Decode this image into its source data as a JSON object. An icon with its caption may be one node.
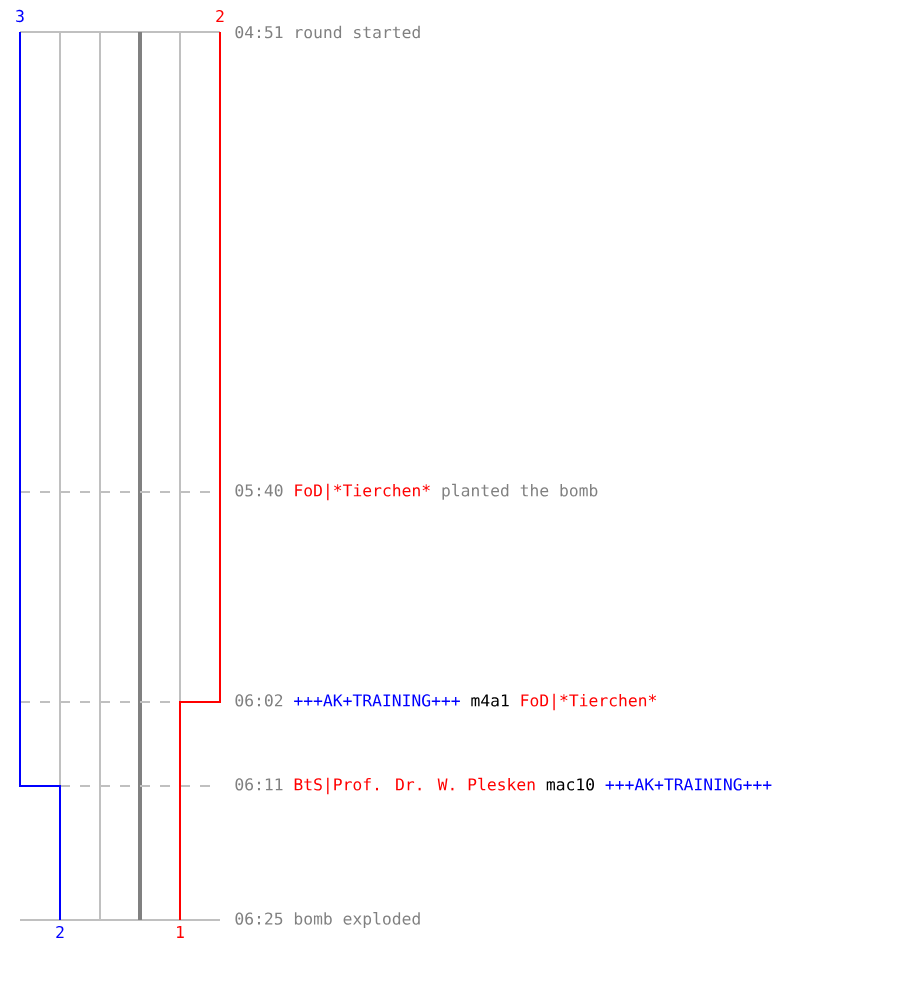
{
  "diagram": {
    "nodes": [
      {
        "text": [
          "04:51",
          "round started"
        ]
      },
      {
        "text": [
          "05:40",
          "FoD|*Tierchen*",
          "planted the bomb"
        ]
      },
      {
        "text": [
          "06:02",
          "+++AK+TRAINING+++",
          "m4a1",
          "FoD|*Tierchen*"
        ]
      },
      {
        "text": [
          "06:11",
          "BtS|Prof. Dr. W. Plesken",
          "mac10",
          "+++AK+TRAINING+++"
        ]
      },
      {
        "text": [
          "06:25",
          "bomb exploded"
        ]
      }
    ],
    "edges": [],
    "labels": [
      "3",
      "2",
      "2",
      "1"
    ]
  }
}
